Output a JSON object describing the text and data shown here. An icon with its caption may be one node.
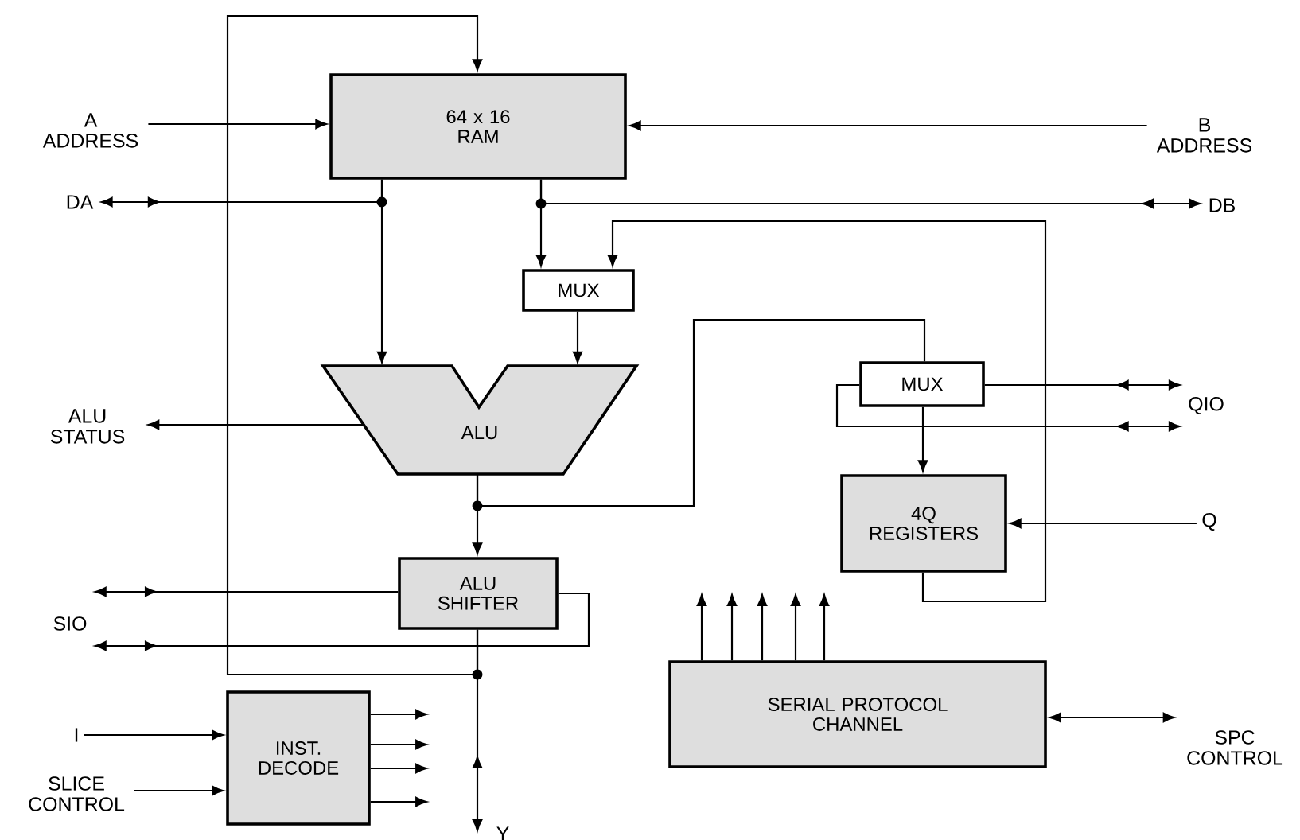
{
  "diagram": {
    "nodes": [
      {
        "text": [
          "64 x 16 RAM"
        ]
      },
      {
        "text": [
          "MUX"
        ]
      },
      {
        "text": [
          "ALU"
        ]
      },
      {
        "text": [
          "MUX"
        ]
      },
      {
        "text": [
          "4Q REGISTERS"
        ]
      },
      {
        "text": [
          "ALU SHIFTER"
        ]
      },
      {
        "text": [
          "INST. DECODE"
        ]
      },
      {
        "text": [
          "SERIAL PROTOCOL CHANNEL"
        ]
      },
      {
        "text": [
          "A ADDRESS"
        ]
      },
      {
        "text": [
          "B ADDRESS"
        ]
      },
      {
        "text": [
          "DA"
        ]
      },
      {
        "text": [
          "DB"
        ]
      },
      {
        "text": [
          "ALU STATUS"
        ]
      },
      {
        "text": [
          "QIO"
        ]
      },
      {
        "text": [
          "Q"
        ]
      },
      {
        "text": [
          "SIO"
        ]
      },
      {
        "text": [
          "I"
        ]
      },
      {
        "text": [
          "SLICE CONTROL"
        ]
      },
      {
        "text": [
          "SPC CONTROL"
        ]
      },
      {
        "text": [
          "Y"
        ]
      }
    ],
    "edges": [
      {
        "from": 8,
        "to": 0,
        "arrow": "to"
      },
      {
        "from": 9,
        "to": 0,
        "arrow": "to"
      },
      {
        "from": 0,
        "to": 10,
        "arrow": "to"
      },
      {
        "from": 0,
        "to": 11,
        "arrow": "to"
      },
      {
        "from": 0,
        "to": 2,
        "arrow": "to"
      },
      {
        "from": 0,
        "to": 1,
        "arrow": "to"
      },
      {
        "from": 4,
        "to": 1,
        "arrow": "to"
      },
      {
        "from": 1,
        "to": 2,
        "arrow": "to"
      },
      {
        "from": 2,
        "to": 12,
        "arrow": "to"
      },
      {
        "from": 2,
        "to": 5,
        "arrow": "to"
      },
      {
        "from": 2,
        "to": 3,
        "arrow": "none"
      },
      {
        "from": 3,
        "to": 13,
        "arrow": "to"
      },
      {
        "from": 3,
        "to": 13,
        "arrow": "to"
      },
      {
        "from": 3,
        "to": 4,
        "arrow": "to"
      },
      {
        "from": 14,
        "to": 4,
        "arrow": "to"
      },
      {
        "from": 5,
        "to": 15,
        "arrow": "to"
      },
      {
        "from": 5,
        "to": 15,
        "arrow": "to"
      },
      {
        "from": 5,
        "to": 19,
        "arrow": "to"
      },
      {
        "from": 5,
        "to": 0,
        "arrow": "to"
      },
      {
        "from": 16,
        "to": 6,
        "arrow": "to"
      },
      {
        "from": 17,
        "to": 6,
        "arrow": "to"
      },
      {
        "from": 7,
        "to": 18,
        "arrow": "both"
      },
      {
        "from": 6,
        "to": null,
        "arrow": "to"
      },
      {
        "from": 6,
        "to": null,
        "arrow": "to"
      },
      {
        "from": 6,
        "to": null,
        "arrow": "to"
      },
      {
        "from": 6,
        "to": null,
        "arrow": "to"
      },
      {
        "from": 7,
        "to": null,
        "arrow": "to"
      },
      {
        "from": 7,
        "to": null,
        "arrow": "to"
      },
      {
        "from": 7,
        "to": null,
        "arrow": "to"
      },
      {
        "from": 7,
        "to": null,
        "arrow": "to"
      },
      {
        "from": 7,
        "to": null,
        "arrow": "to"
      }
    ]
  }
}
